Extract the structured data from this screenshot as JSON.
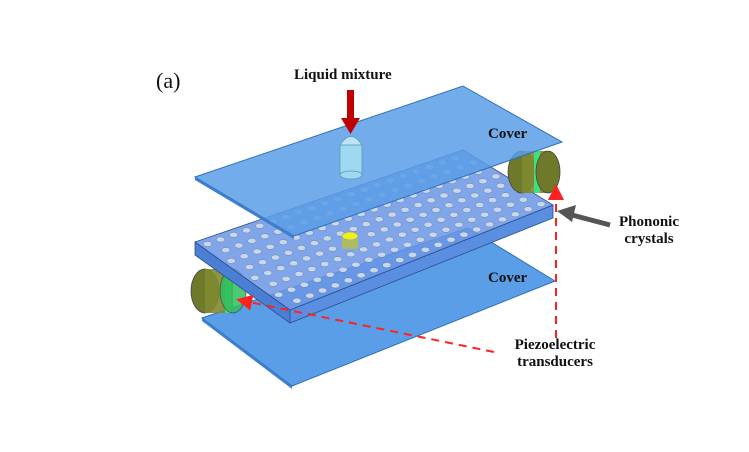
{
  "panel_label": "(a)",
  "labels": {
    "liquid_mixture": "Liquid mixture",
    "cover_top": "Cover",
    "cover_bottom": "Cover",
    "phononic_line1": "Phononic",
    "phononic_line2": "crystals",
    "piezo_line1": "Piezoelectric",
    "piezo_line2": "transducers"
  },
  "colors": {
    "cover": "#5b9ee8",
    "slab": "#5d8ee0",
    "hole": "#c8d8ec",
    "transducer": "#7a7a2a",
    "transducer_ring": "#3ee07a",
    "inlet_arrow": "#c00000",
    "dashed": "#ff2020",
    "pointer_arrow": "#555555",
    "defect": "#f0f020"
  }
}
